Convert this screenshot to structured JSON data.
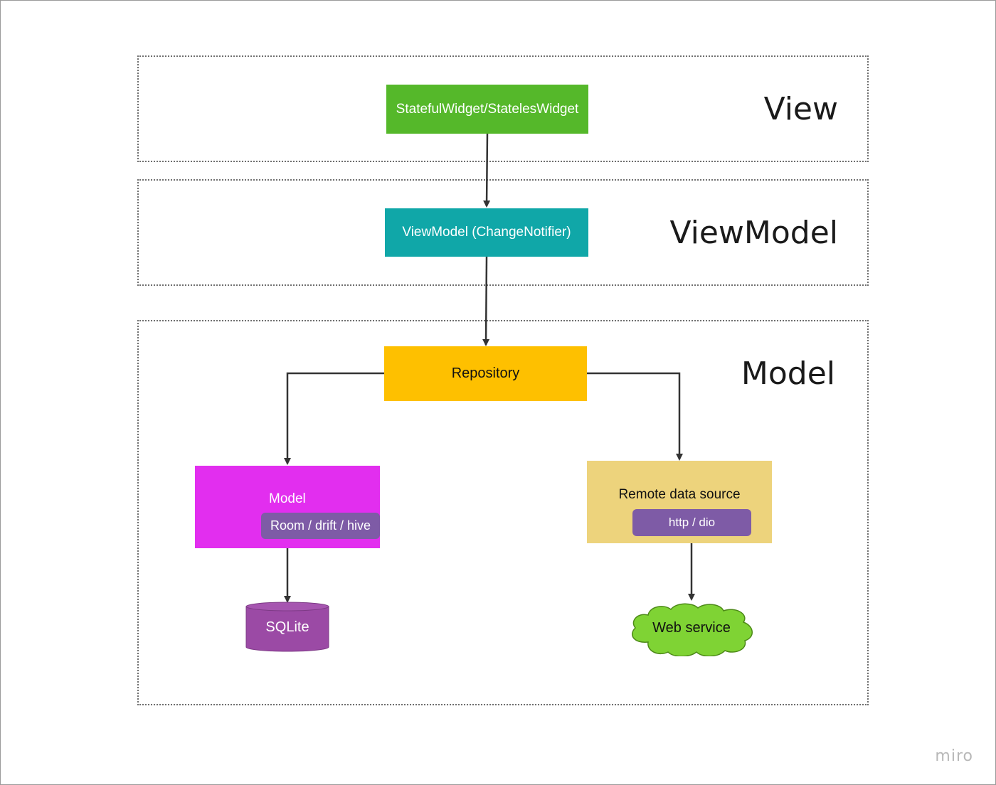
{
  "layers": {
    "view": "View",
    "viewmodel": "ViewModel",
    "model": "Model"
  },
  "nodes": {
    "widget": "StatefulWidget/StatelesWidget",
    "viewmodel": "ViewModel (ChangeNotifier)",
    "repository": "Repository",
    "model": "Model",
    "model_lib": "Room / drift / hive",
    "remote": "Remote data source",
    "remote_lib": "http / dio",
    "sqlite": "SQLite",
    "webservice": "Web service"
  },
  "colors": {
    "widget": "#55b82a",
    "viewmodel": "#10a7a8",
    "repository": "#fec000",
    "model": "#e22eef",
    "lib_pill": "#7e5ba6",
    "remote": "#edd37c",
    "sqlite": "#9b4aa5",
    "webservice": "#7fd334"
  },
  "watermark": "miro"
}
